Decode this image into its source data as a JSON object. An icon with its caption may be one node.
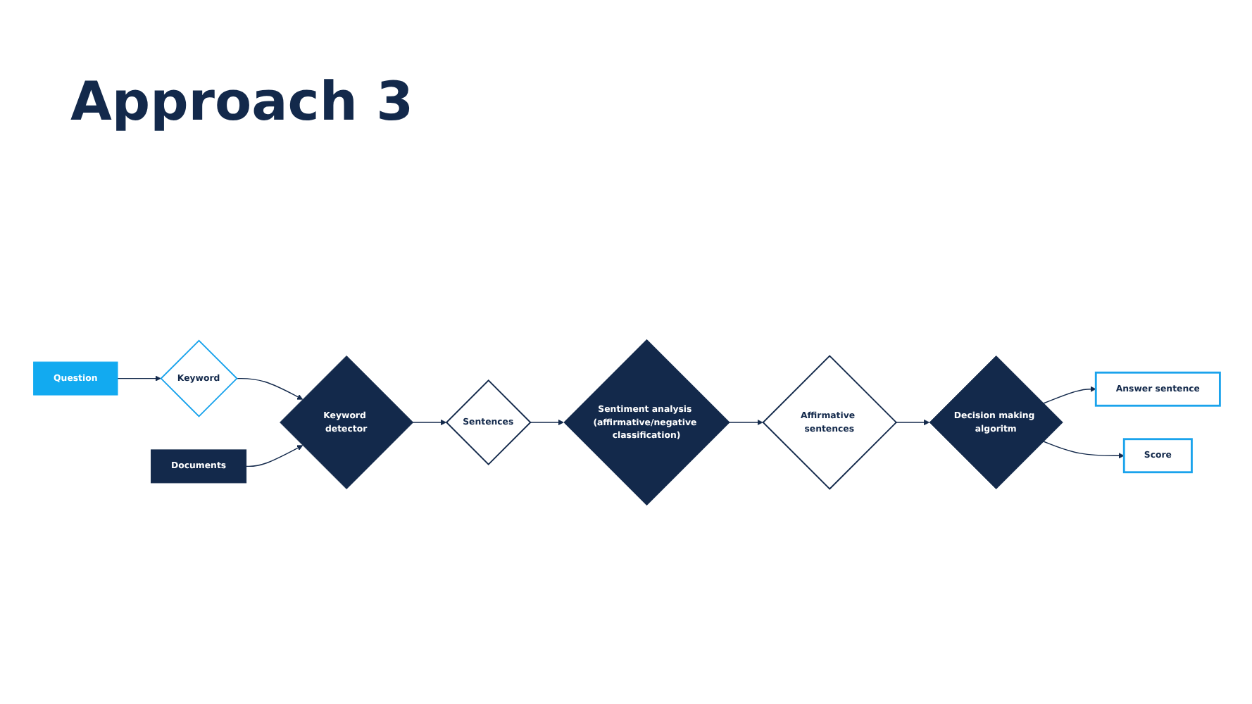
{
  "diagram": {
    "title": "Approach 3",
    "nodes": [
      {
        "text": [
          "Keyword"
        ]
      },
      {
        "text": [
          "Question"
        ]
      },
      {
        "text": [
          "Keyword detector"
        ]
      },
      {
        "text": [
          "Documents"
        ]
      },
      {
        "text": [
          "Sentences"
        ]
      },
      {
        "text": [
          "Sentiment analysis (affirmative/negative classification)"
        ]
      },
      {
        "text": [
          "Affirmative sentences"
        ]
      },
      {
        "text": [
          "Decision making algoritm"
        ]
      },
      {
        "text": [
          "Answer sentence"
        ]
      },
      {
        "text": [
          "Score"
        ]
      }
    ],
    "edges": [
      {
        "from": 1,
        "to": 0,
        "arrow": "to"
      },
      {
        "from": 0,
        "to": 2,
        "arrow": "to"
      },
      {
        "from": 3,
        "to": 2,
        "arrow": "to"
      },
      {
        "from": 2,
        "to": 4,
        "arrow": "to"
      },
      {
        "from": 4,
        "to": 5,
        "arrow": "to"
      },
      {
        "from": 5,
        "to": 6,
        "arrow": "to"
      },
      {
        "from": 6,
        "to": 7,
        "arrow": "to"
      },
      {
        "from": 7,
        "to": 8,
        "arrow": "to"
      },
      {
        "from": 7,
        "to": 9,
        "arrow": "to"
      }
    ]
  }
}
